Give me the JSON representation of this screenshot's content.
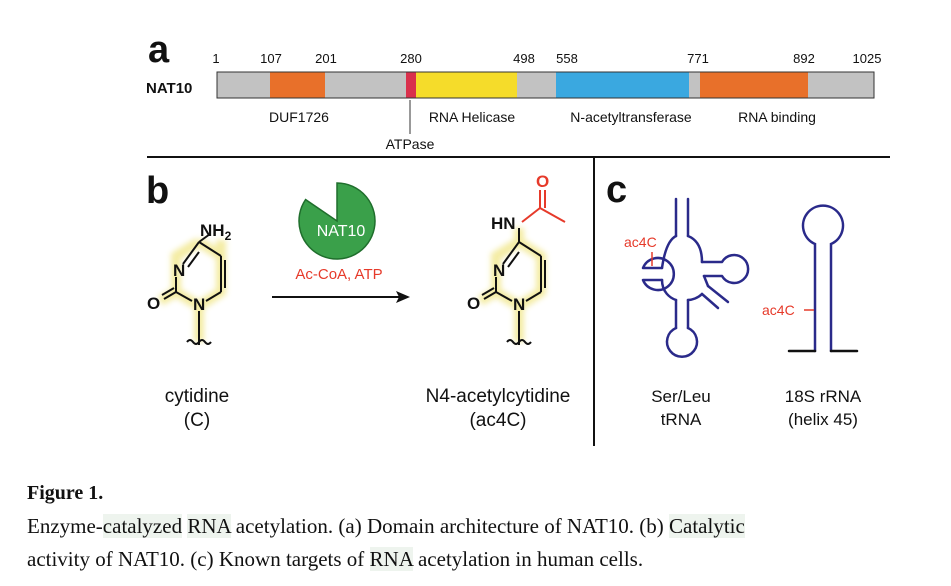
{
  "panel_a": {
    "letter": "a",
    "protein": "NAT10",
    "positions": [
      "1",
      "107",
      "201",
      "280",
      "498",
      "558",
      "771",
      "892",
      "1025"
    ],
    "domains": {
      "duf": "DUF1726",
      "atpase": "ATPase",
      "helicase": "RNA Helicase",
      "acetyltransferase": "N-acetyltransferase",
      "rna_binding": "RNA binding"
    },
    "colors": {
      "background": "#c2c2c2",
      "duf": "#e8702a",
      "atpase": "#d9304c",
      "helicase": "#f5dc2a",
      "acetyltransferase": "#3aa8e0",
      "rna_binding": "#e8702a"
    }
  },
  "panel_b": {
    "letter": "b",
    "enzyme": "NAT10",
    "cofactors": "Ac-CoA, ATP",
    "substrate": {
      "atoms": {
        "nh2": "NH",
        "nh2_sub": "2",
        "n3": "N",
        "o": "O",
        "n1": "N"
      },
      "name": "cytidine",
      "abbr": "(C)"
    },
    "product": {
      "atoms": {
        "hn": "HN",
        "n3": "N",
        "o": "O",
        "n1": "N",
        "acetyl_o": "O"
      },
      "name": "N4-acetylcytidine",
      "abbr": "(ac4C)"
    },
    "colors": {
      "enzyme": "#3aa04a",
      "accent": "#e63a2a",
      "glow": "#fbf7c4"
    }
  },
  "panel_c": {
    "letter": "c",
    "trna_mark": "ac4C",
    "trna_name_line1": "Ser/Leu",
    "trna_name_line2": "tRNA",
    "rrna_mark": "ac4C",
    "rrna_name_line1": "18S rRNA",
    "rrna_name_line2": "(helix 45)",
    "colors": {
      "rna": "#2a2a8a",
      "mark": "#e63a2a"
    }
  },
  "caption": {
    "title": "Figure 1.",
    "line1_segments": [
      {
        "text": "Enzyme-",
        "hl": false
      },
      {
        "text": "catalyzed",
        "hl": true
      },
      {
        "text": " ",
        "hl": false
      },
      {
        "text": "RNA",
        "hl": true
      },
      {
        "text": " acetylation. (a) Domain architecture of NAT10. (b) ",
        "hl": false
      },
      {
        "text": "Catalytic",
        "hl": true
      }
    ],
    "line2_segments": [
      {
        "text": "activity of NAT10. (c) Known targets of ",
        "hl": false
      },
      {
        "text": "RNA",
        "hl": true
      },
      {
        "text": " acetylation in human cells.",
        "hl": false
      }
    ]
  }
}
